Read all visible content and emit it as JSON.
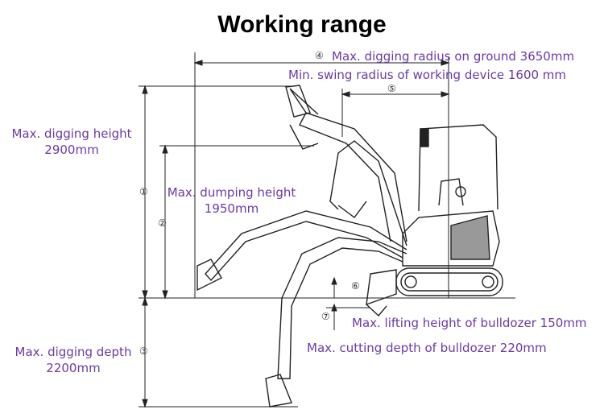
{
  "title": "Working range",
  "labels": {
    "max_radius": "Max. digging radius on ground 3650mm",
    "min_swing": "Min. swing radius of working device 1600 mm",
    "max_height_1": "Max. digging height",
    "max_height_2": "2900mm",
    "dump_height_1": "Max. dumping height",
    "dump_height_2": "1950mm",
    "lift_bulldozer": "Max. lifting height of bulldozer 150mm",
    "cut_bulldozer": "Max. cutting depth of bulldozer 220mm",
    "depth_1": "Max. digging depth",
    "depth_2": "2200mm"
  },
  "markers": {
    "m1": "①",
    "m2": "②",
    "m3": "③",
    "m4": "④",
    "m5": "⑤",
    "m6": "⑥",
    "m7": "⑦"
  },
  "colors": {
    "label": "#6a3aa8",
    "line": "#222222"
  }
}
